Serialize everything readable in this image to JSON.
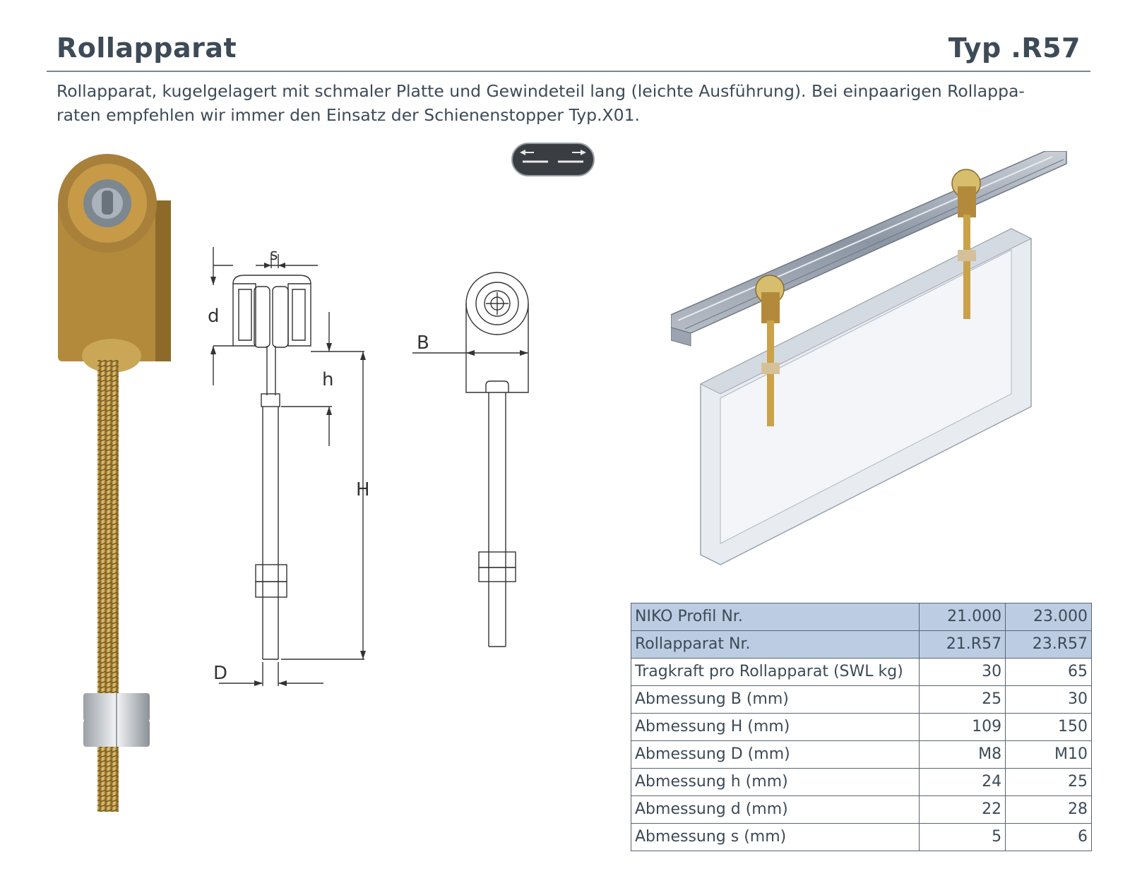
{
  "header": {
    "title": "Rollapparat",
    "type": "Typ .R57"
  },
  "description": {
    "line1": "Rollapparat, kugelgelagert mit schmaler Platte und Gewindeteil lang (leichte Ausführung). Bei einpaarigen Rollappa-",
    "line2": "raten empfehlen wir immer den Einsatz der Schienenstopper Typ.X01."
  },
  "drawing": {
    "label_s": "s",
    "label_d": "d",
    "label_h": "h",
    "label_H": "H",
    "label_D": "D",
    "label_B": "B"
  },
  "icons": {
    "direction": "bidirectional-arrow-icon"
  },
  "colors": {
    "text": "#3d4a57",
    "table_highlight": "#bccde3",
    "brass": "#c9a24a"
  },
  "table": {
    "rows": [
      {
        "label": "NIKO Profil Nr.",
        "v1": "21.000",
        "v2": "23.000",
        "highlight": true
      },
      {
        "label": "Rollapparat Nr.",
        "v1": "21.R57",
        "v2": "23.R57",
        "highlight": true
      },
      {
        "label": "Tragkraft pro Rollapparat (SWL kg)",
        "v1": "30",
        "v2": "65"
      },
      {
        "label": "Abmessung B (mm)",
        "v1": "25",
        "v2": "30"
      },
      {
        "label": "Abmessung H (mm)",
        "v1": "109",
        "v2": "150"
      },
      {
        "label": "Abmessung D (mm)",
        "v1": "M8",
        "v2": "M10"
      },
      {
        "label": "Abmessung h (mm)",
        "v1": "24",
        "v2": "25"
      },
      {
        "label": "Abmessung d (mm)",
        "v1": "22",
        "v2": "28"
      },
      {
        "label": "Abmessung s (mm)",
        "v1": "5",
        "v2": "6"
      }
    ]
  }
}
